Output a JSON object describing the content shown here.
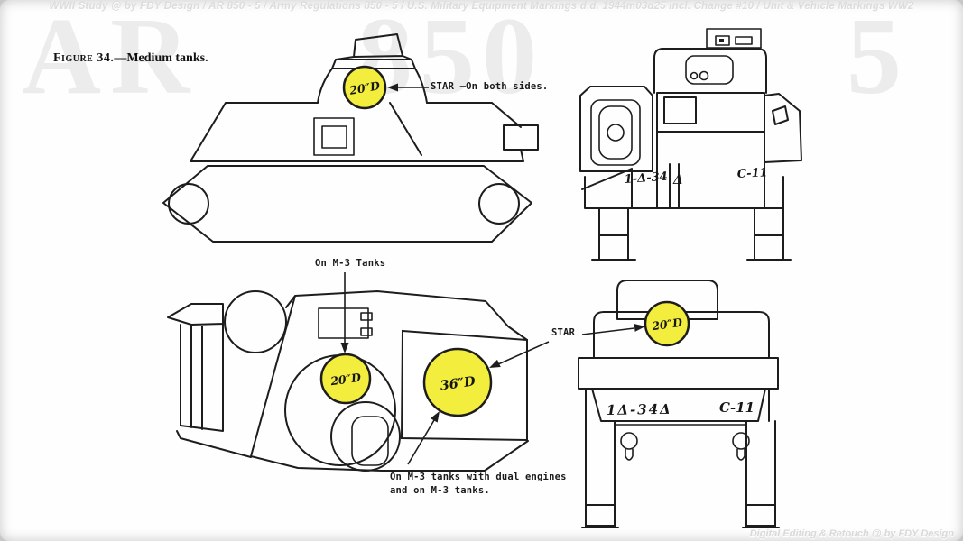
{
  "watermarks": {
    "top": "WWII Study @ by FDY Design / AR 850 - 5 / Army Regulations 850 - 5 / U.S. Military Equipment Markings d.d. 1944m03d25 incl. Change #10 / Unit & Vehicle Markings WW2",
    "bottom": "Digital Editing & Retouch @ by FDY Design",
    "big_left": "AR",
    "big_center": "850",
    "big_right": "5"
  },
  "figure": {
    "caption_label": "Figure 34.",
    "caption_text": "—Medium tanks."
  },
  "annotations": {
    "star_both_sides": "STAR —On both sides.",
    "on_m3_tanks": "On M-3 Tanks",
    "star": "STAR",
    "dual_line1": "On M-3 tanks with dual engines",
    "dual_line2": "and on M-3 tanks."
  },
  "markings": {
    "turret_side_circle": "20″D",
    "deck_circle": "20″D",
    "panel_circle": "36″D",
    "front_turret_circle": "20″D",
    "rear_registration_left": "1-Δ-34",
    "rear_tactical_triangle": "Δ",
    "rear_registration_right": "C-11",
    "front_registration_left": "1Δ-34Δ",
    "front_registration_right": "C-11"
  },
  "colors": {
    "star_circle_fill": "#f3ee3d",
    "ink": "#1d1d1d"
  }
}
